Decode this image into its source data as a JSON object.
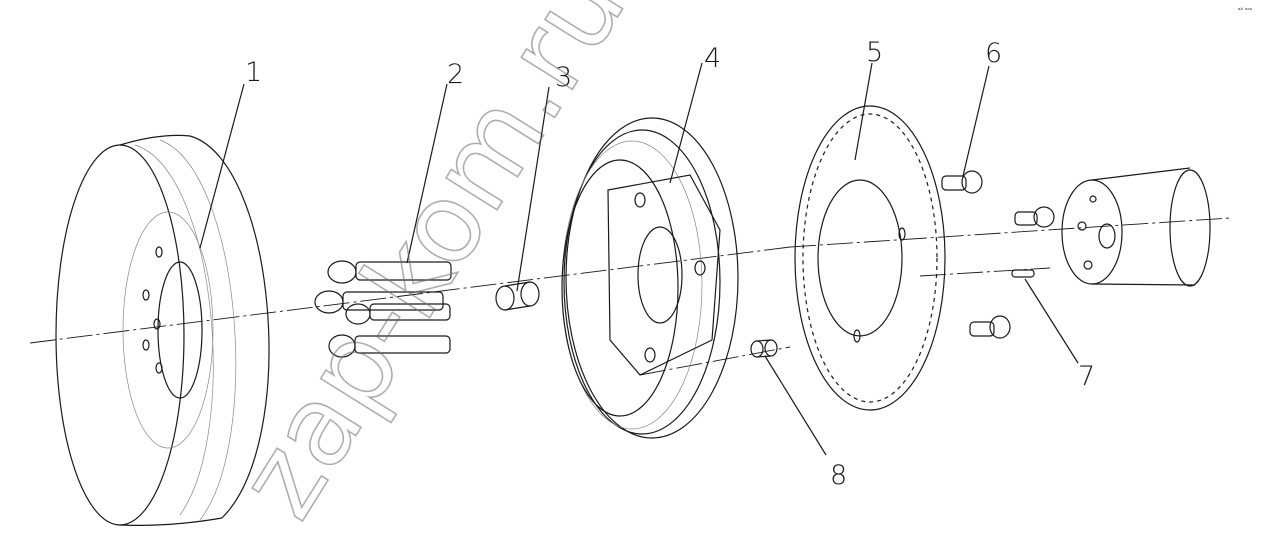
{
  "diagram": {
    "callouts": [
      {
        "id": 1,
        "label": "1"
      },
      {
        "id": 2,
        "label": "2"
      },
      {
        "id": 3,
        "label": "3"
      },
      {
        "id": 4,
        "label": "4"
      },
      {
        "id": 5,
        "label": "5"
      },
      {
        "id": 6,
        "label": "6"
      },
      {
        "id": 7,
        "label": "7"
      },
      {
        "id": 8,
        "label": "8"
      }
    ],
    "watermark": "zap-kom.ru",
    "corner_mark": "ᵃᴬ ᵒᵒᵒ"
  }
}
